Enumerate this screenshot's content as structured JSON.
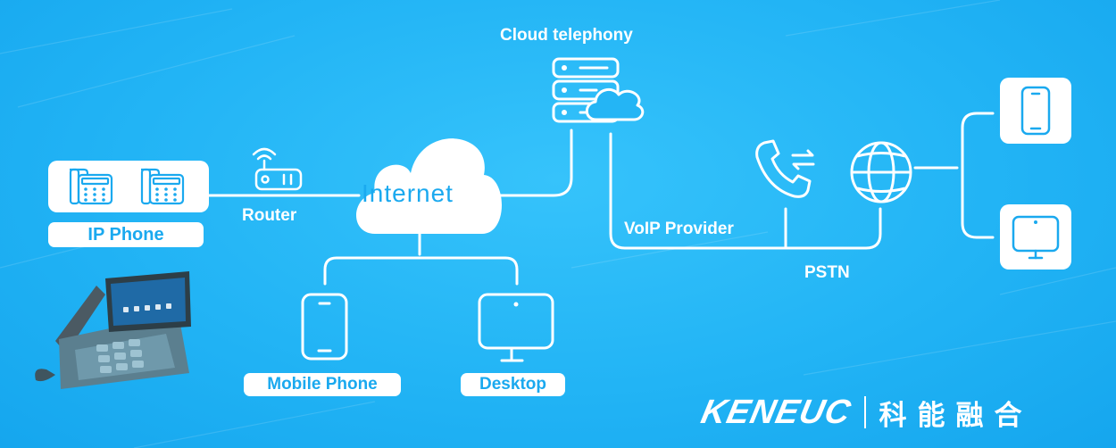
{
  "labels": {
    "cloud_telephony": "Cloud telephony",
    "internet": "Internet",
    "router": "Router",
    "ip_phone": "IP Phone",
    "voip_provider": "VoIP Provider",
    "pstn": "PSTN",
    "mobile_phone": "Mobile Phone",
    "desktop": "Desktop"
  },
  "brand": {
    "name_en": "KENEUC",
    "name_cn": "科能融合"
  },
  "colors": {
    "background": "#22b4f5",
    "line": "#ffffff",
    "icon_accent": "#1aa9ef"
  }
}
